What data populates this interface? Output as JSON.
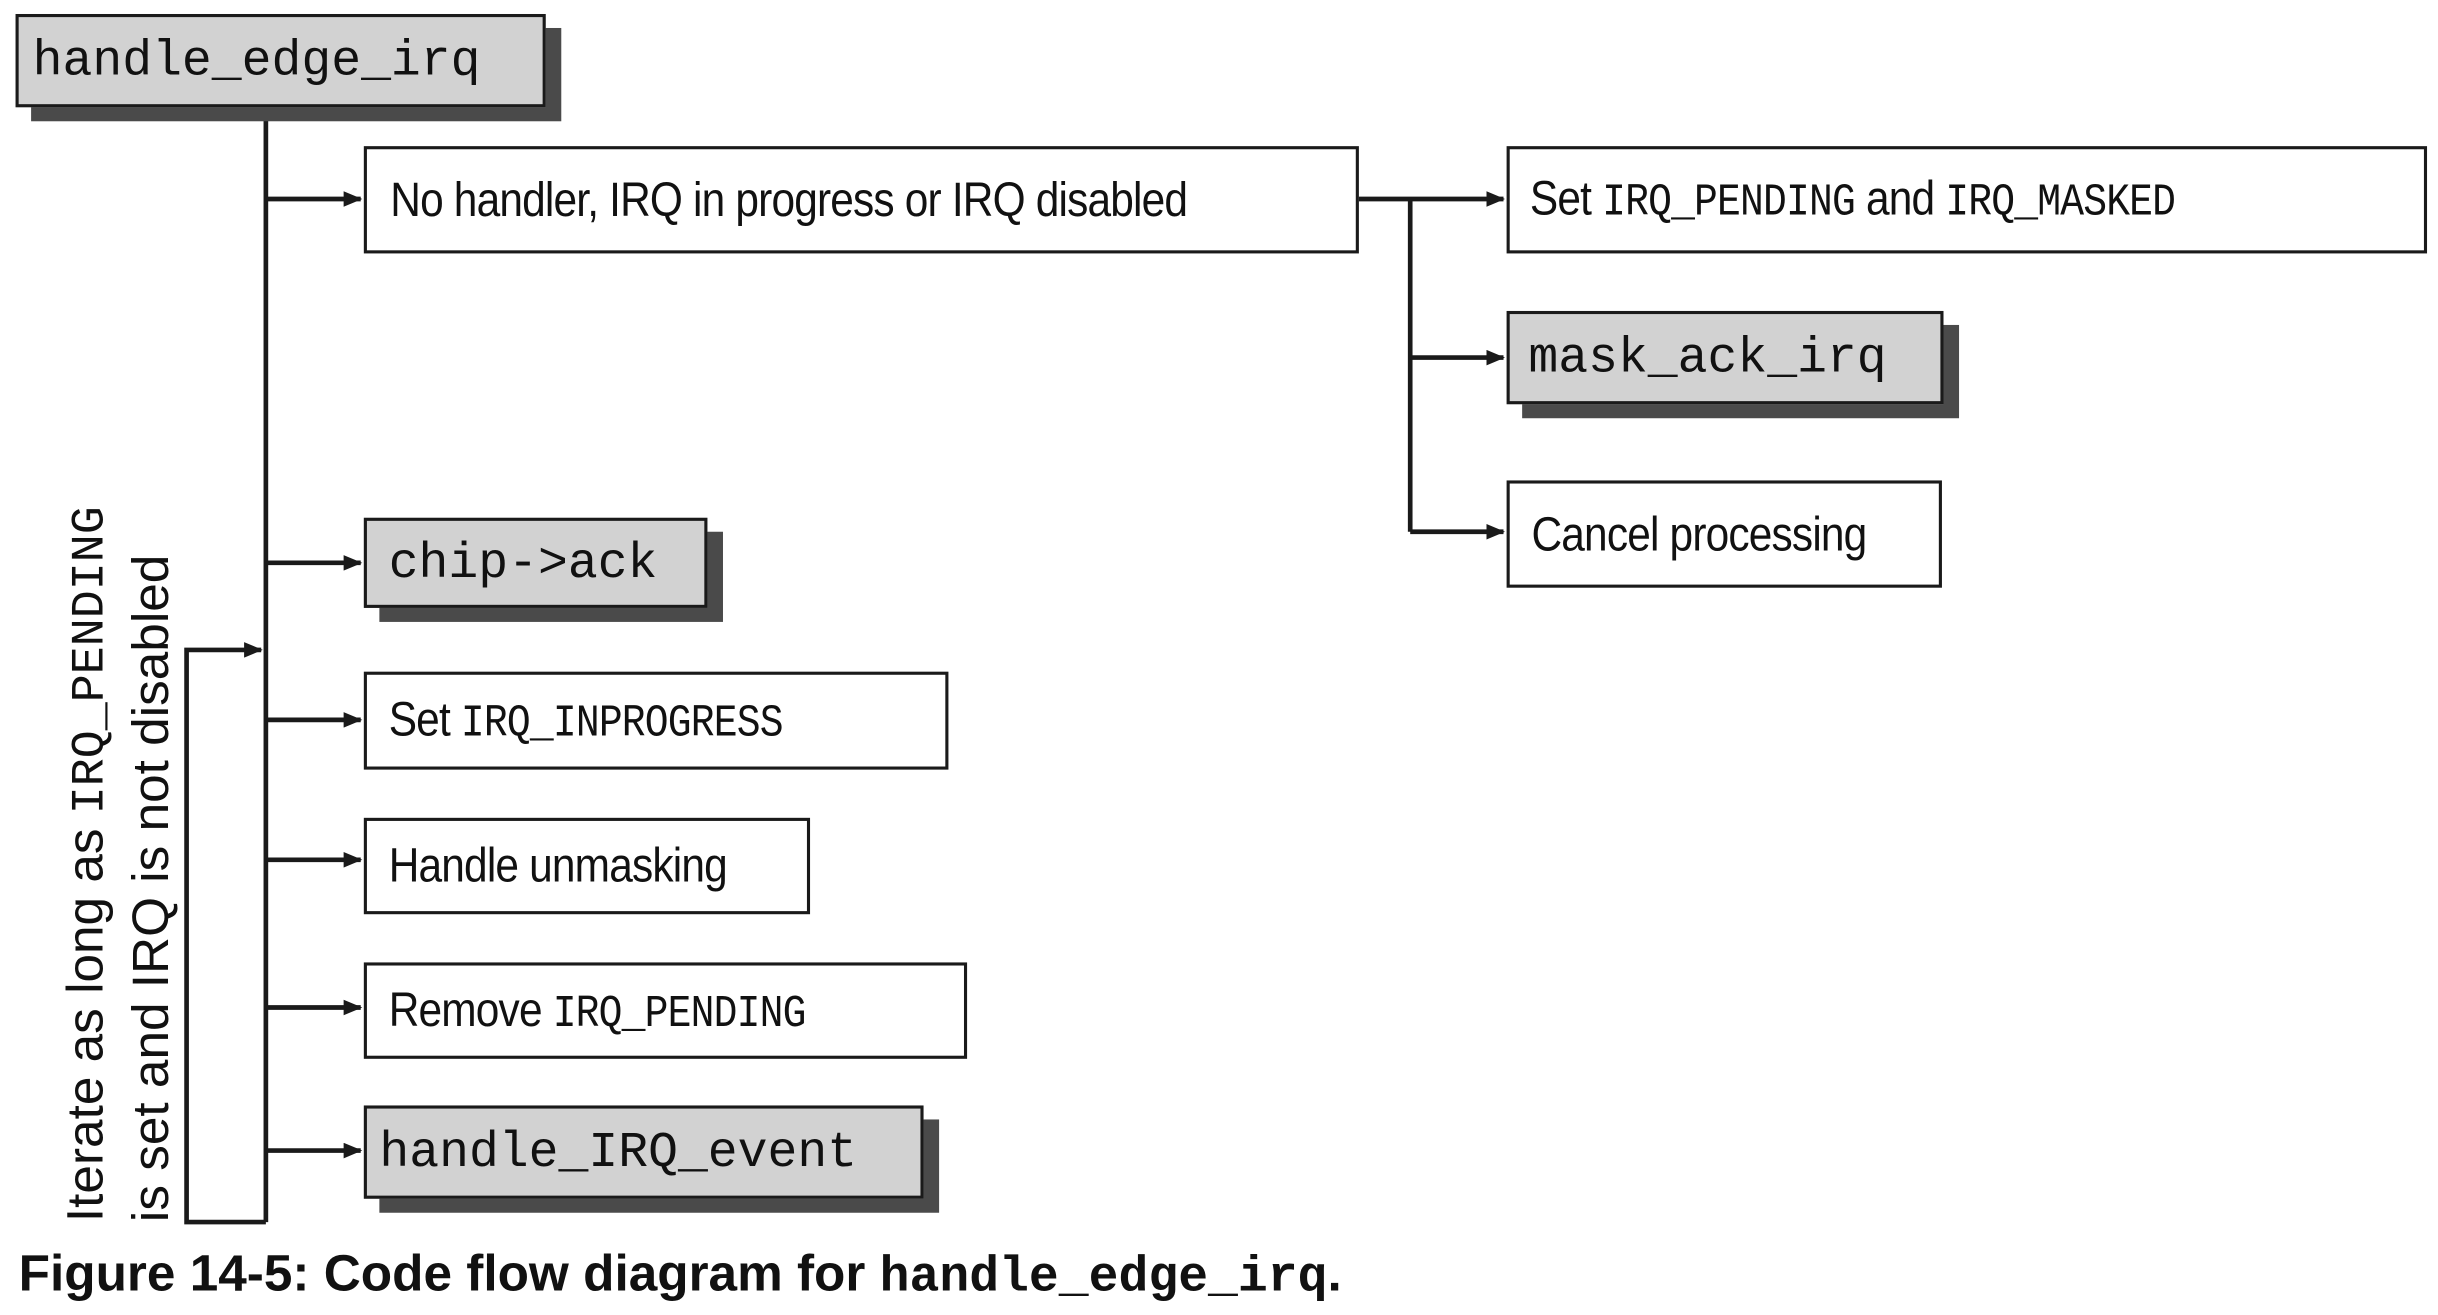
{
  "nodes": {
    "root": "handle_edge_irq",
    "condition": "No handler, IRQ in progress or IRQ disabled",
    "set_pending_prefix": "Set",
    "set_pending_flag1": "IRQ_PENDING",
    "set_pending_and": "and",
    "set_pending_flag2": "IRQ_MASKED",
    "mask_ack": "mask_ack_irq",
    "cancel": "Cancel processing",
    "chip_ack": "chip->ack",
    "set_inprogress_prefix": "Set",
    "set_inprogress_flag": "IRQ_INPROGRESS",
    "unmask": "Handle unmasking",
    "remove_prefix": "Remove",
    "remove_flag": "IRQ_PENDING",
    "event": "handle_IRQ_event"
  },
  "loop_label": {
    "line1_prefix": "Iterate as long as",
    "line1_flag": "IRQ_PENDING",
    "line2": "is set and IRQ is not disabled"
  },
  "caption": {
    "prefix": "Figure 14-5: Code flow diagram for",
    "code": "handle_edge_irq",
    "suffix": "."
  },
  "colors": {
    "code_box_fill": "#d2d2d2",
    "shadow": "#4a4a4a",
    "line": "#1a1a1a"
  }
}
